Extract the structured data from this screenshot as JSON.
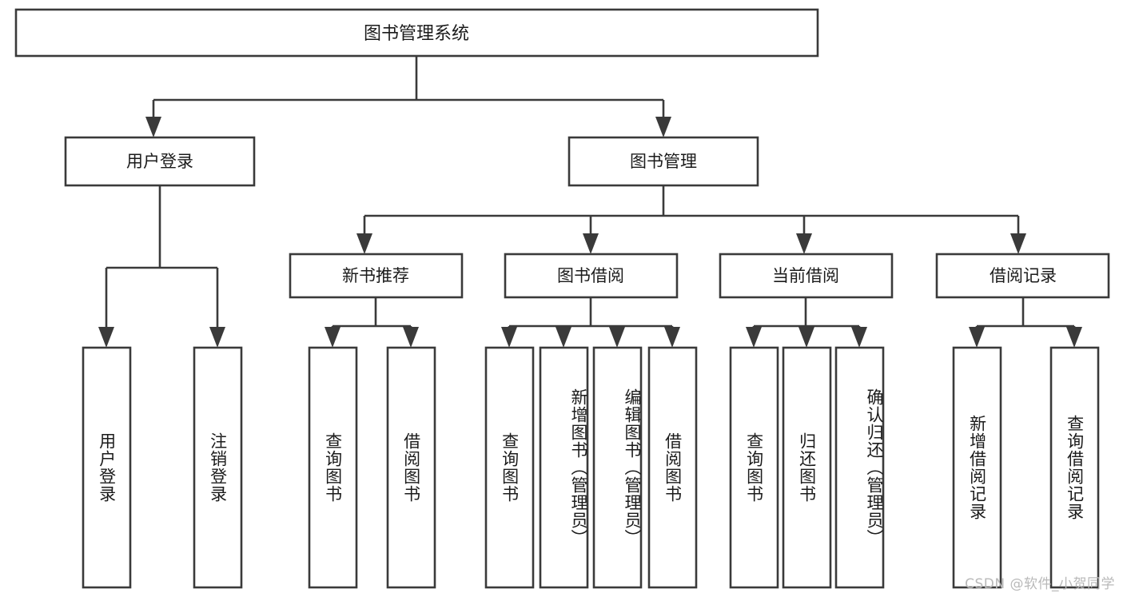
{
  "diagram": {
    "title": "图书管理系统",
    "type": "tree",
    "background_color": "#ffffff",
    "line_color": "#3a3a3a",
    "box_fill": "#ffffff",
    "text_color": "#1b1b1b"
  },
  "root": {
    "label": "图书管理系统"
  },
  "level1": [
    {
      "label": "用户登录"
    },
    {
      "label": "图书管理"
    }
  ],
  "level2": [
    {
      "label": "新书推荐"
    },
    {
      "label": "图书借阅"
    },
    {
      "label": "当前借阅"
    },
    {
      "label": "借阅记录"
    }
  ],
  "leaves": {
    "user_login": [
      {
        "label": "用户登录"
      },
      {
        "label": "注销登录"
      }
    ],
    "new_book_recommend": [
      {
        "label": "查询图书"
      },
      {
        "label": "借阅图书"
      }
    ],
    "book_borrow": [
      {
        "label": "查询图书"
      },
      {
        "label": "新增图书（管理员）"
      },
      {
        "label": "编辑图书（管理员）"
      },
      {
        "label": "借阅图书"
      }
    ],
    "current_borrow": [
      {
        "label": "查询图书"
      },
      {
        "label": "归还图书"
      },
      {
        "label": "确认归还（管理员）"
      }
    ],
    "borrow_record": [
      {
        "label": "新增借阅记录"
      },
      {
        "label": "查询借阅记录"
      }
    ]
  },
  "watermark": {
    "text": "CSDN @软件_小贺同学",
    "color": "#b9b9b9"
  }
}
